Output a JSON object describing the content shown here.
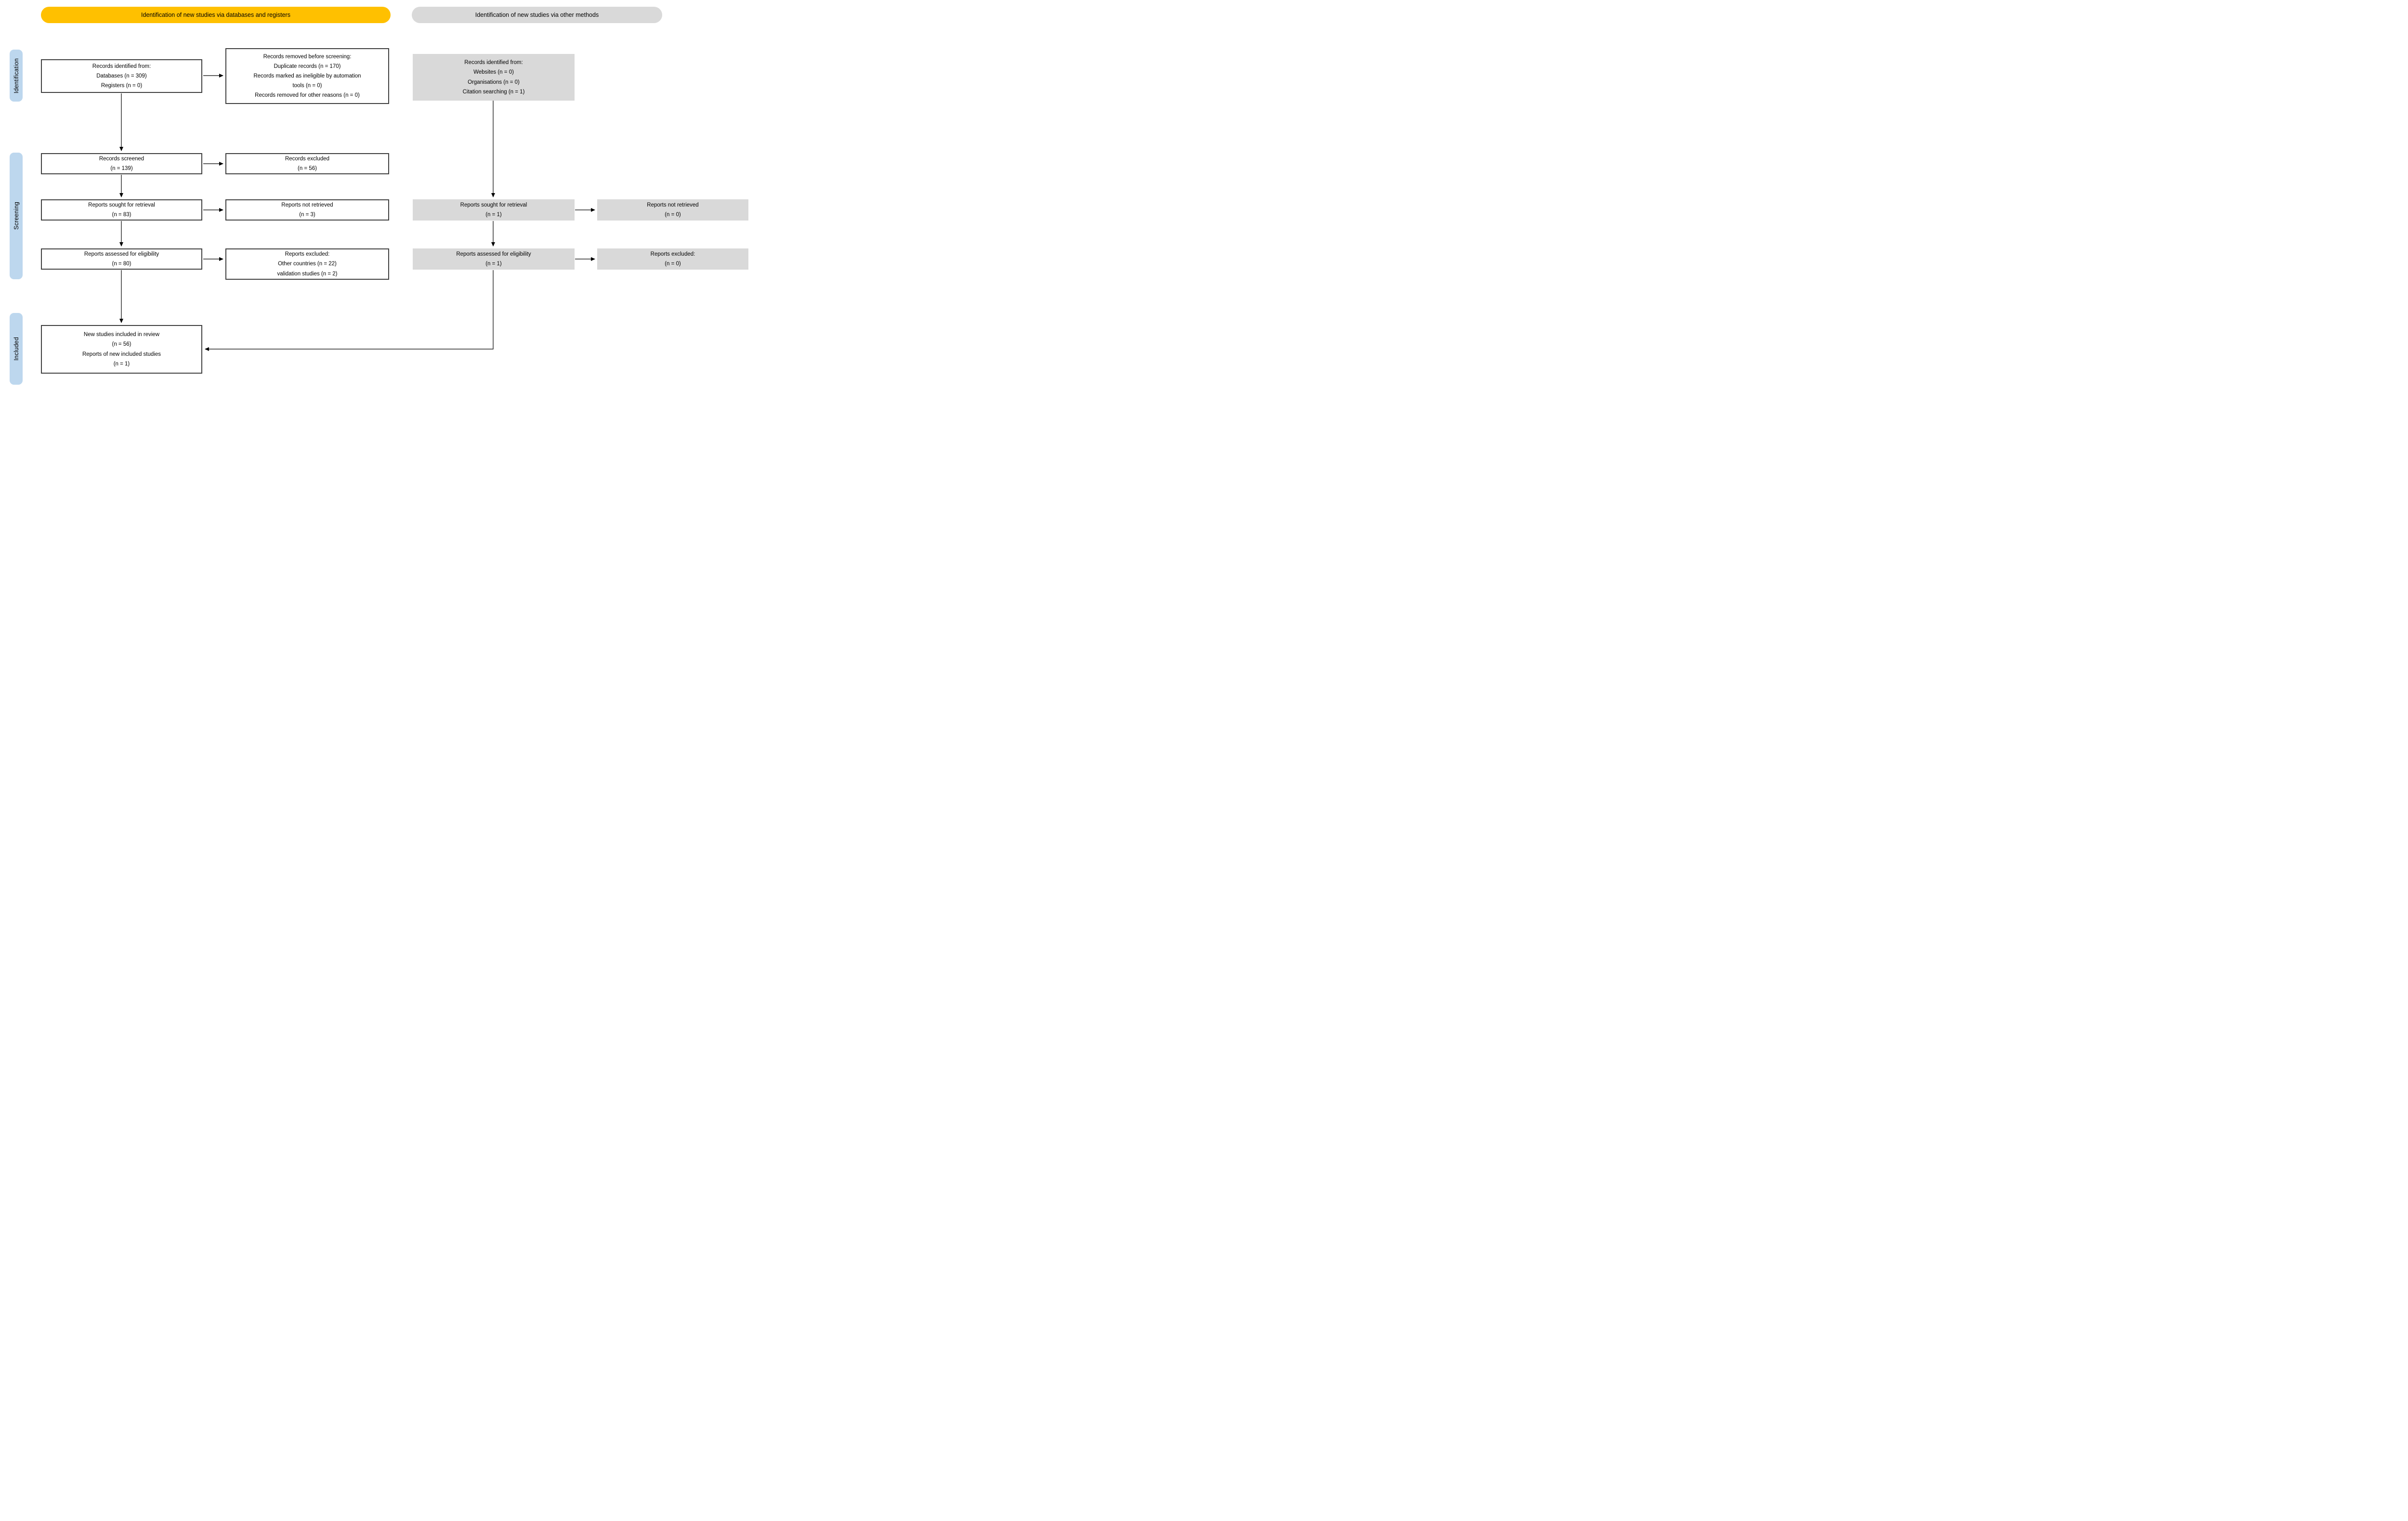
{
  "colors": {
    "banner-orange": "#FFC000",
    "box-gray": "#D9D9D9",
    "stage-blue": "#BDD7EE"
  },
  "banners": {
    "databases_registers": "Identification of new studies via databases and registers",
    "other_methods": "Identification of new studies via other methods"
  },
  "stages": {
    "identification": "Identification",
    "screening": "Screening",
    "included": "Included"
  },
  "left_column": {
    "records_identified": "Records identified from:\nDatabases (n = 309)\nRegisters (n = 0)",
    "records_screened": "Records screened\n(n = 139)",
    "reports_sought": "Reports sought for retrieval\n(n = 83)",
    "reports_assessed": "Reports assessed for eligibility\n(n = 80)",
    "new_studies_included": "New studies included in review\n(n = 56)\nReports of new included studies\n(n = 1)"
  },
  "middle_column": {
    "records_removed": "Records removed before screening:\nDuplicate records (n = 170)\nRecords marked as ineligible by automation\ntools (n = 0)\nRecords removed for other reasons (n = 0)",
    "records_excluded": "Records excluded\n(n = 56)",
    "reports_not_retrieved": "Reports not retrieved\n(n = 3)",
    "reports_excluded": "Reports excluded:\nOther countries (n = 22)\nvalidation studies (n = 2)"
  },
  "other_methods_column": {
    "records_identified": "Records identified from:\nWebsites (n = 0)\nOrganisations (n = 0)\nCitation searching (n = 1)",
    "reports_sought": "Reports sought for retrieval\n(n = 1)",
    "reports_assessed": "Reports assessed for eligibility\n(n = 1)"
  },
  "far_right_column": {
    "reports_not_retrieved": "Reports not retrieved\n(n = 0)",
    "reports_excluded": "Reports excluded:\n(n = 0)"
  }
}
